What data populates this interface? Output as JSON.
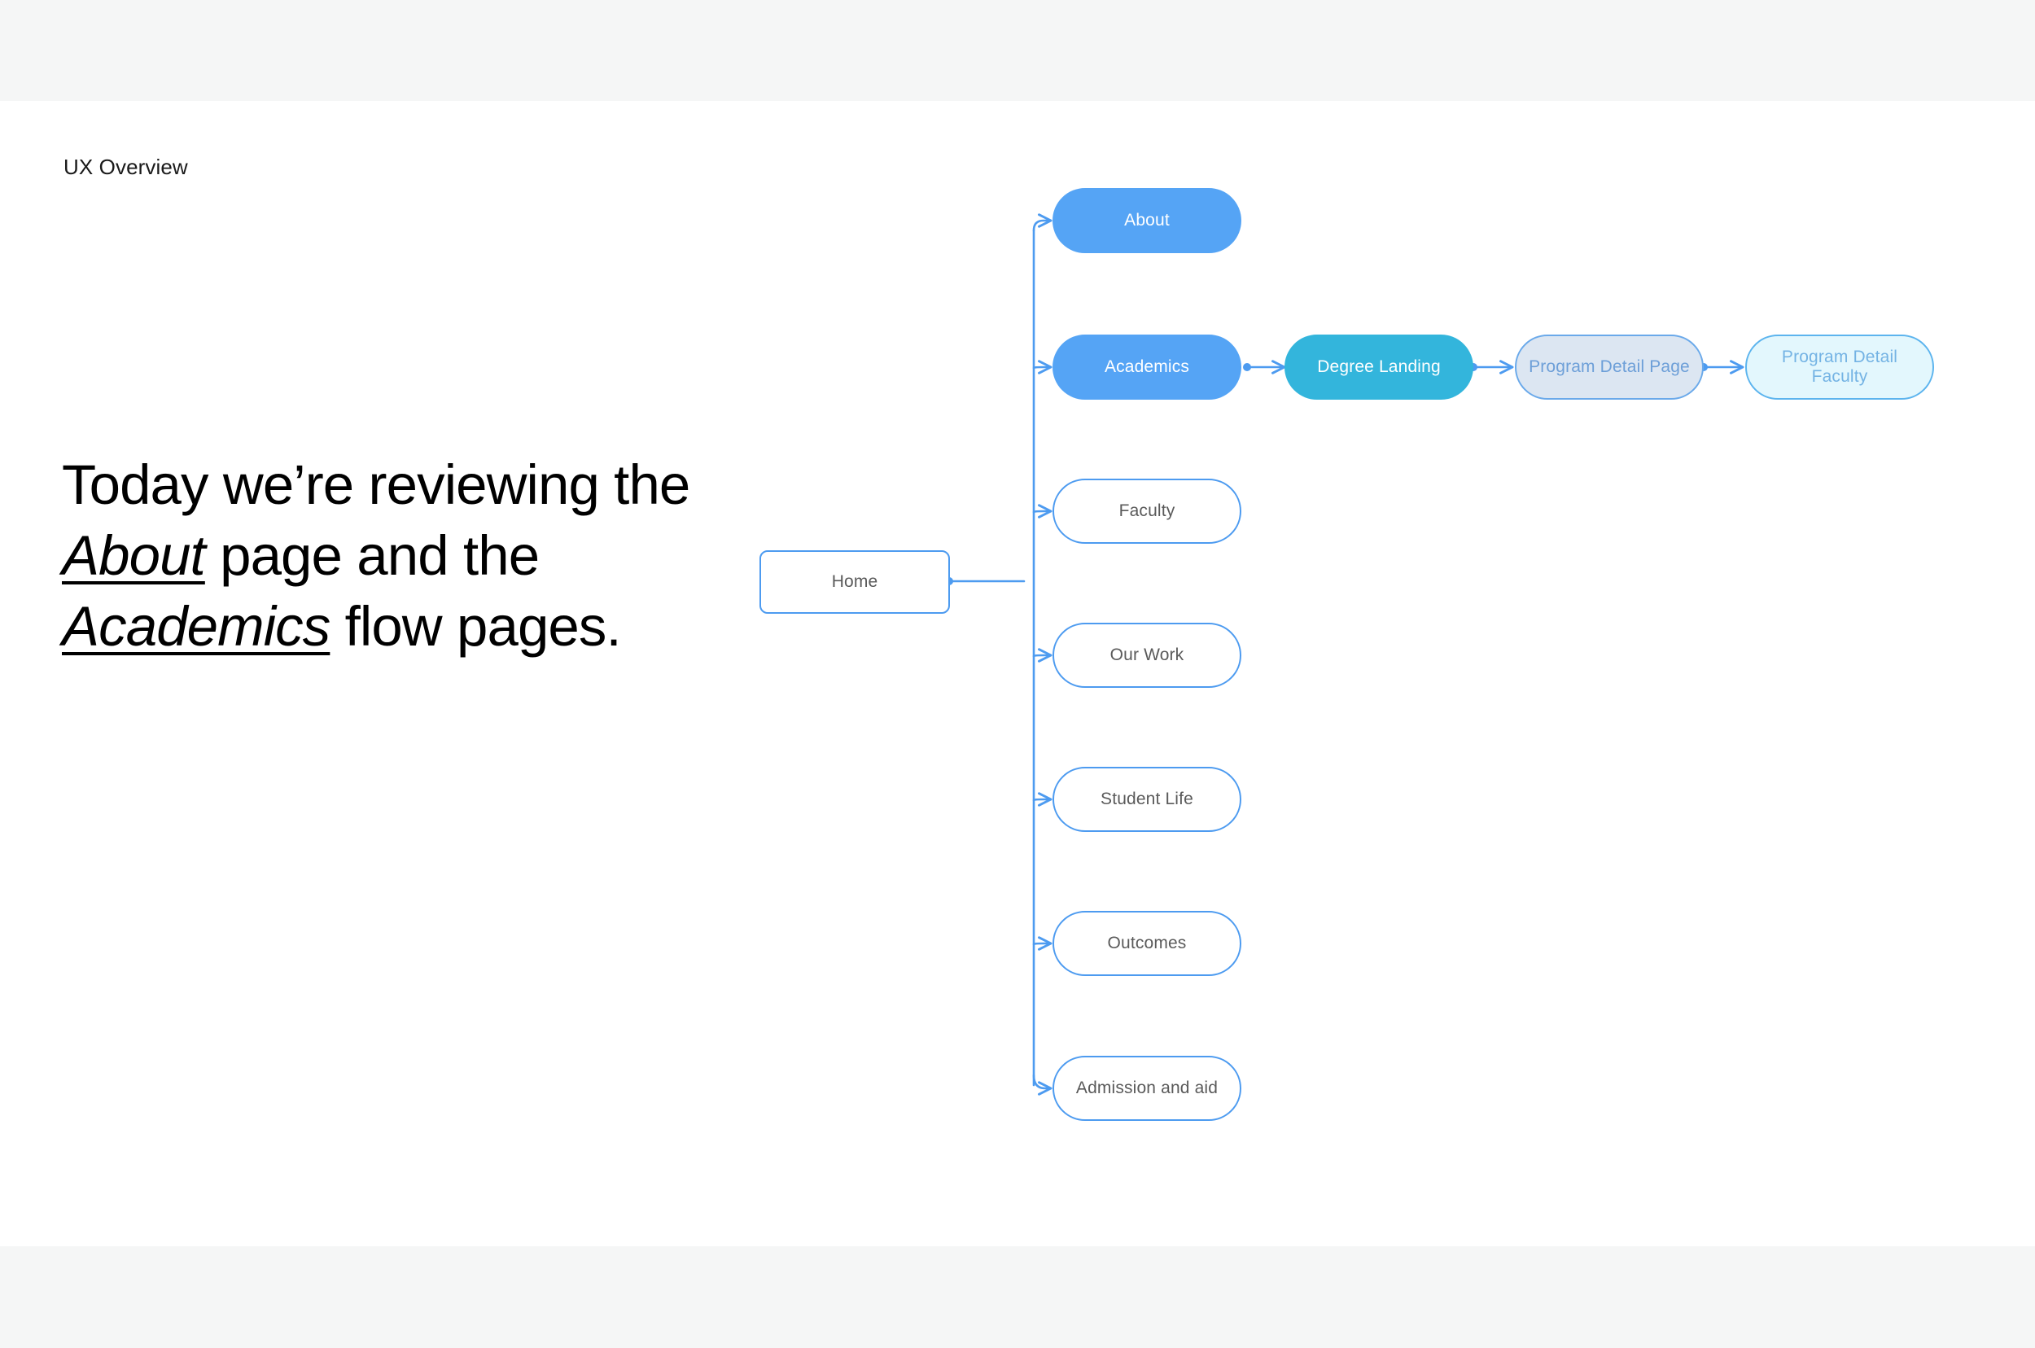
{
  "slide": {
    "eyebrow": "UX Overview",
    "headline": {
      "part1": "Today we’re reviewing the ",
      "emphasis1": "About",
      "part2": " page and the ",
      "emphasis2": "Academics",
      "part3": " flow pages."
    }
  },
  "diagram": {
    "root": {
      "label": "Home"
    },
    "branches": [
      {
        "label": "About"
      },
      {
        "label": "Academics"
      },
      {
        "label": "Faculty"
      },
      {
        "label": "Our Work"
      },
      {
        "label": "Student Life"
      },
      {
        "label": "Outcomes"
      },
      {
        "label": "Admission and aid"
      }
    ],
    "academics_flow": [
      {
        "label": "Degree Landing"
      },
      {
        "label": "Program Detail Page"
      },
      {
        "label": "Program Detail Faculty"
      }
    ],
    "colors": {
      "connector": "#4d9bf0",
      "node_border": "#4d9bf0",
      "solid_blue": "#55a4f5",
      "solid_teal": "#33b5dc",
      "tint_gray": "#dce6f2",
      "tint_cyan": "#e3f7fd",
      "band": "#f5f6f6",
      "text_dark": "#5a5a5a",
      "text_light": "#ffffff"
    }
  }
}
